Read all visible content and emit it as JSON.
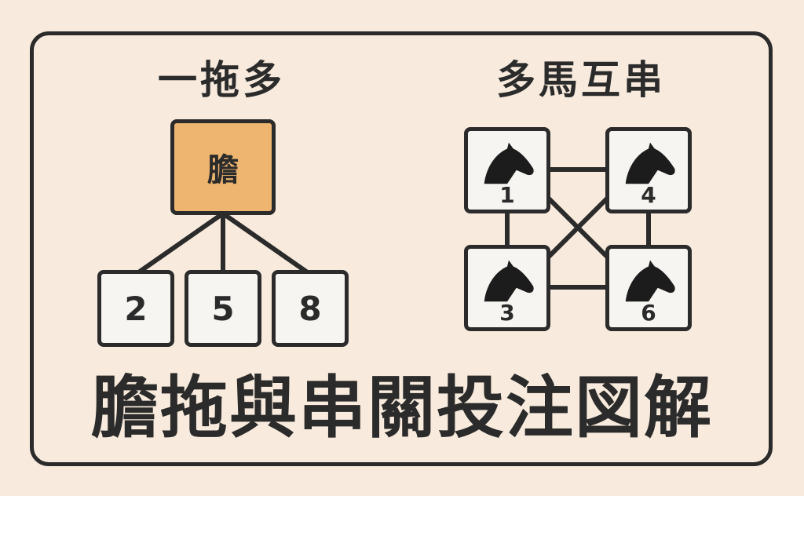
{
  "left": {
    "title": "一拖多",
    "banker": "膽",
    "legs": [
      "2",
      "5",
      "8"
    ]
  },
  "right": {
    "title": "多馬互串",
    "horses": [
      "1",
      "4",
      "3",
      "6"
    ]
  },
  "footer": "膽拖與串關投注図解",
  "colors": {
    "background": "#f8ebdd",
    "banker_fill": "#edb56f",
    "box_fill": "#f7f5f1",
    "ink": "#2b2b2b"
  },
  "icons": [
    "horse-head-icon"
  ]
}
